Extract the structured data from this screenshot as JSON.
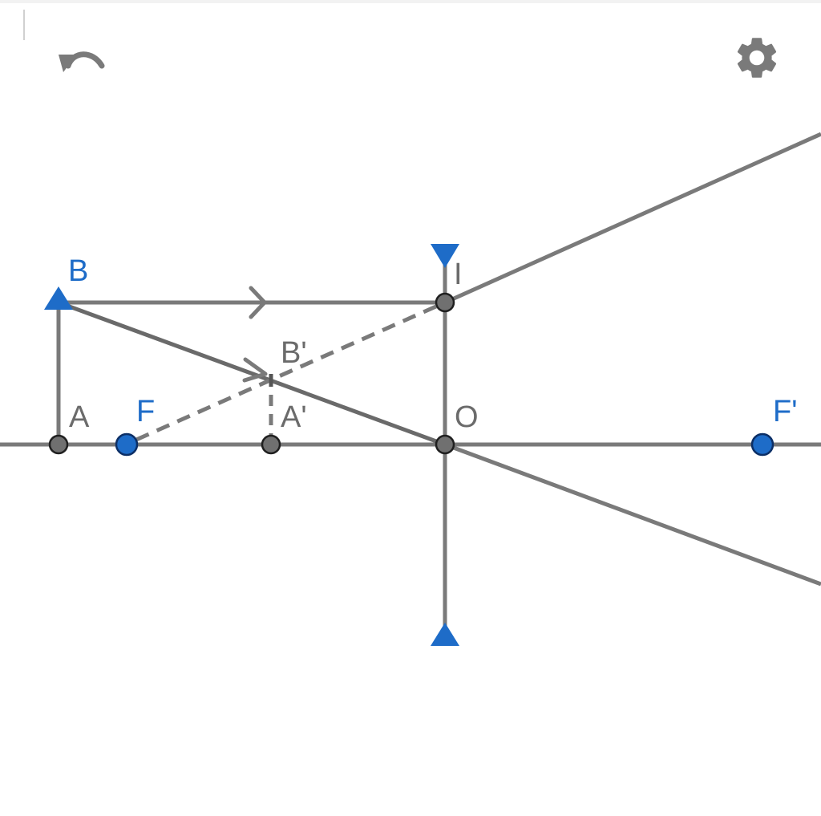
{
  "toolbar": {
    "undo_icon": "undo-icon",
    "settings_icon": "gear-icon"
  },
  "colors": {
    "line": "#7a7a7a",
    "ray_dark": "#6a6a6a",
    "point_fill": "#707070",
    "point_stroke": "#1f1f1f",
    "blue": "#1e6cc8",
    "blue_stroke": "#0c2f66",
    "label_gray": "#6b6b6b",
    "icon": "#7a7a7a"
  },
  "labels": {
    "B": "B",
    "I": "I",
    "B_prime": "B'",
    "A": "A",
    "F": "F",
    "A_prime": "A'",
    "O": "O",
    "F_prime": "F'"
  }
}
